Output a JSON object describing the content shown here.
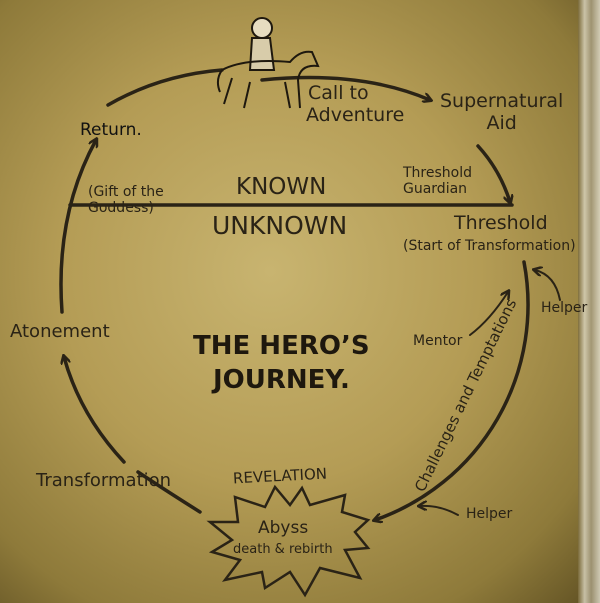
{
  "title_line1": "THE HERO’S",
  "title_line2": "JOURNEY.",
  "known": "KNOWN",
  "unknown": "UNKNOWN",
  "stages": {
    "call_1": "Call to",
    "call_2": "Adventure",
    "aid_1": "Supernatural",
    "aid_2": "Aid",
    "guardian_1": "Threshold",
    "guardian_2": "Guardian",
    "threshold": "Threshold",
    "threshold_sub": "(Start of Transformation)",
    "helper_top": "Helper",
    "mentor": "Mentor",
    "challenges": "Challenges and Temptations",
    "helper_bottom": "Helper",
    "revelation": "REVELATION",
    "abyss": "Abyss",
    "abyss_sub": "death & rebirth",
    "transformation": "Transformation",
    "atonement": "Atonement",
    "return": "Return.",
    "gift_1": "(Gift of the",
    "gift_2": "Goddess)"
  },
  "colors": {
    "ink": "#2a2316",
    "parchment": "#b49c55"
  },
  "illustration": "knight-on-horse"
}
